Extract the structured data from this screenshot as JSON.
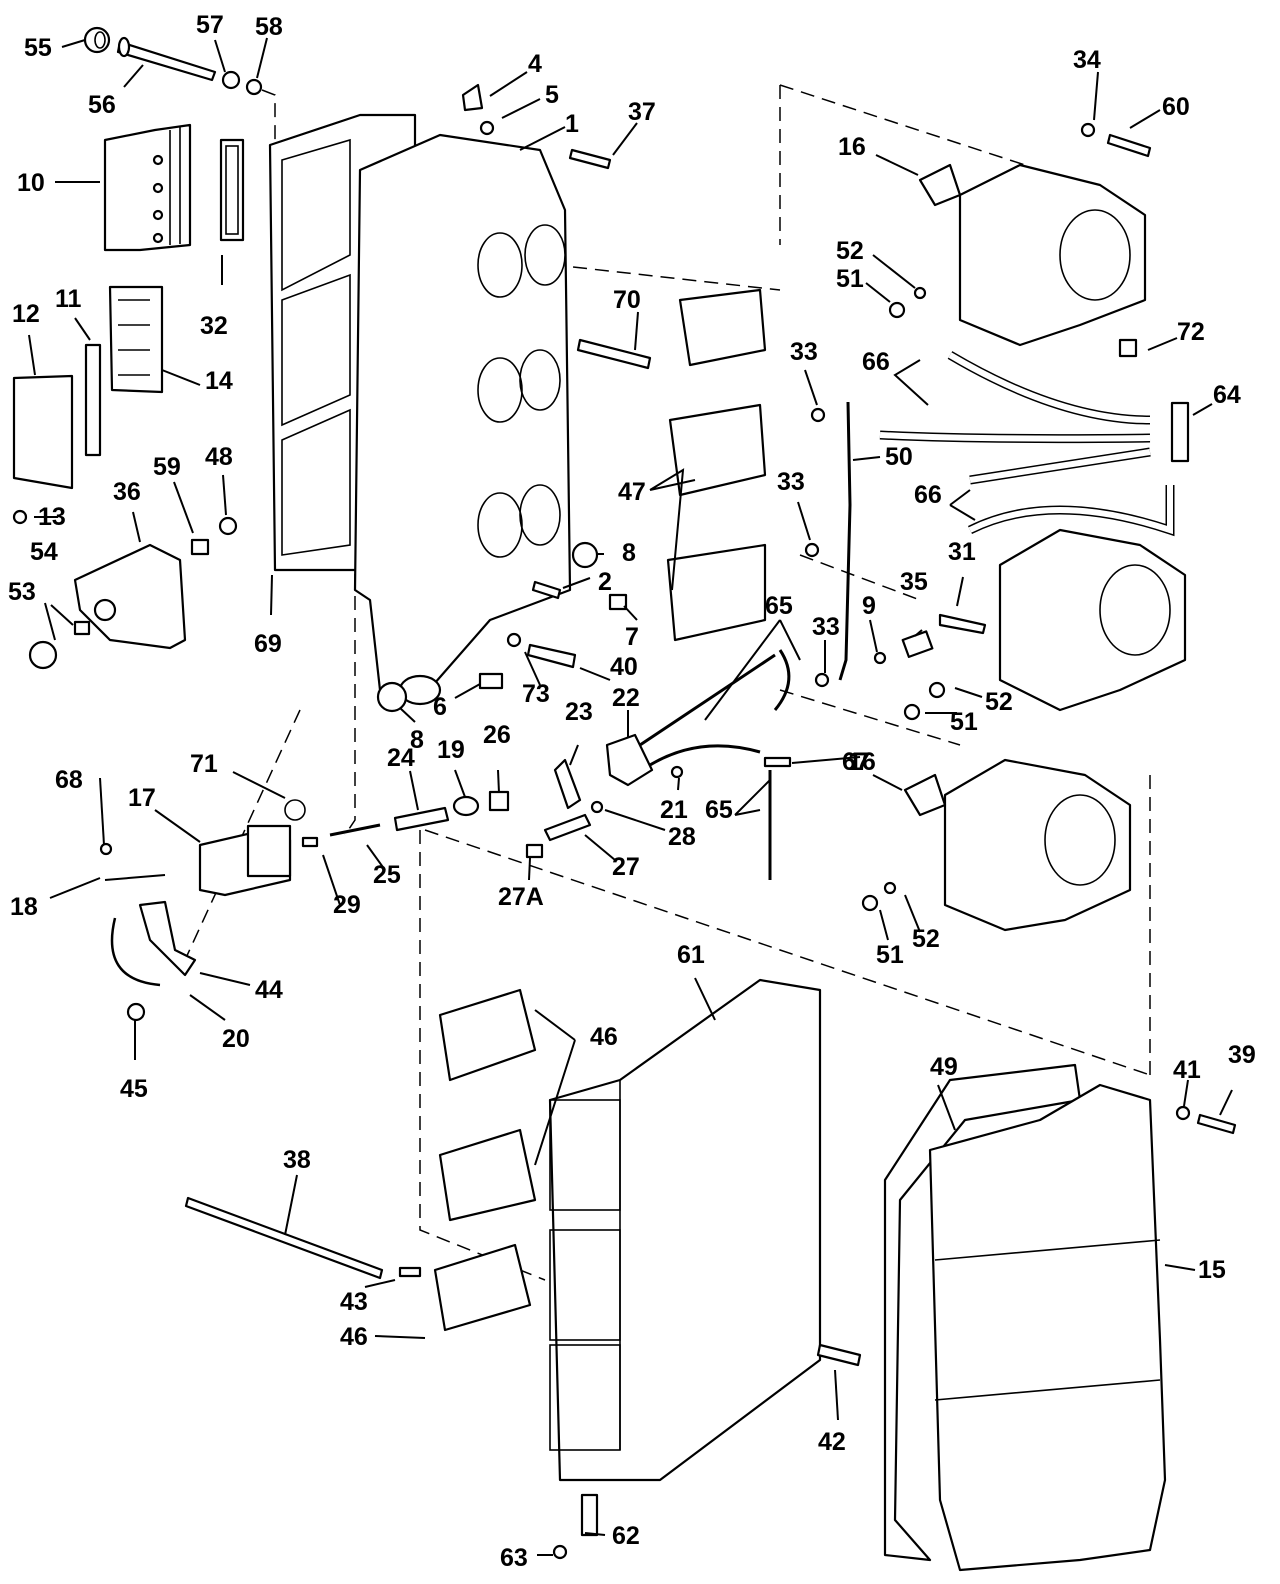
{
  "diagram": {
    "type": "exploded-parts-diagram",
    "subject": "Intake manifold and carburetor assembly",
    "callouts": [
      {
        "id": "c55",
        "label": "55"
      },
      {
        "id": "c56",
        "label": "56"
      },
      {
        "id": "c57",
        "label": "57"
      },
      {
        "id": "c58",
        "label": "58"
      },
      {
        "id": "c4",
        "label": "4"
      },
      {
        "id": "c5",
        "label": "5"
      },
      {
        "id": "c1",
        "label": "1"
      },
      {
        "id": "c37",
        "label": "37"
      },
      {
        "id": "c34",
        "label": "34"
      },
      {
        "id": "c60",
        "label": "60"
      },
      {
        "id": "c16a",
        "label": "16"
      },
      {
        "id": "c10",
        "label": "10"
      },
      {
        "id": "c52a",
        "label": "52"
      },
      {
        "id": "c51a",
        "label": "51"
      },
      {
        "id": "c32",
        "label": "32"
      },
      {
        "id": "c70",
        "label": "70"
      },
      {
        "id": "c72",
        "label": "72"
      },
      {
        "id": "c12",
        "label": "12"
      },
      {
        "id": "c11",
        "label": "11"
      },
      {
        "id": "c14",
        "label": "14"
      },
      {
        "id": "c33a",
        "label": "33"
      },
      {
        "id": "c66a",
        "label": "66"
      },
      {
        "id": "c64",
        "label": "64"
      },
      {
        "id": "c50",
        "label": "50"
      },
      {
        "id": "c13",
        "label": "13"
      },
      {
        "id": "c36",
        "label": "36"
      },
      {
        "id": "c59",
        "label": "59"
      },
      {
        "id": "c48",
        "label": "48"
      },
      {
        "id": "c47",
        "label": "47"
      },
      {
        "id": "c33b",
        "label": "33"
      },
      {
        "id": "c66b",
        "label": "66"
      },
      {
        "id": "c54",
        "label": "54"
      },
      {
        "id": "c53",
        "label": "53"
      },
      {
        "id": "c8a",
        "label": "8"
      },
      {
        "id": "c2",
        "label": "2"
      },
      {
        "id": "c7",
        "label": "7"
      },
      {
        "id": "c31",
        "label": "31"
      },
      {
        "id": "c35",
        "label": "35"
      },
      {
        "id": "c9",
        "label": "9"
      },
      {
        "id": "c65a",
        "label": "65"
      },
      {
        "id": "c33c",
        "label": "33"
      },
      {
        "id": "c69",
        "label": "69"
      },
      {
        "id": "c40",
        "label": "40"
      },
      {
        "id": "c73",
        "label": "73"
      },
      {
        "id": "c6",
        "label": "6"
      },
      {
        "id": "c52b",
        "label": "52"
      },
      {
        "id": "c51b",
        "label": "51"
      },
      {
        "id": "c8b",
        "label": "8"
      },
      {
        "id": "c22",
        "label": "22"
      },
      {
        "id": "c23",
        "label": "23"
      },
      {
        "id": "c24",
        "label": "24"
      },
      {
        "id": "c19",
        "label": "19"
      },
      {
        "id": "c26",
        "label": "26"
      },
      {
        "id": "c16b",
        "label": "16"
      },
      {
        "id": "c67",
        "label": "67"
      },
      {
        "id": "c68",
        "label": "68"
      },
      {
        "id": "c71",
        "label": "71"
      },
      {
        "id": "c17",
        "label": "17"
      },
      {
        "id": "c21",
        "label": "21"
      },
      {
        "id": "c65b",
        "label": "65"
      },
      {
        "id": "c28",
        "label": "28"
      },
      {
        "id": "c27",
        "label": "27"
      },
      {
        "id": "c25",
        "label": "25"
      },
      {
        "id": "c29",
        "label": "29"
      },
      {
        "id": "c18",
        "label": "18"
      },
      {
        "id": "c27a",
        "label": "27A"
      },
      {
        "id": "c51c",
        "label": "51"
      },
      {
        "id": "c52c",
        "label": "52"
      },
      {
        "id": "c61",
        "label": "61"
      },
      {
        "id": "c44",
        "label": "44"
      },
      {
        "id": "c20",
        "label": "20"
      },
      {
        "id": "c46a",
        "label": "46"
      },
      {
        "id": "c45",
        "label": "45"
      },
      {
        "id": "c49",
        "label": "49"
      },
      {
        "id": "c41",
        "label": "41"
      },
      {
        "id": "c39",
        "label": "39"
      },
      {
        "id": "c38",
        "label": "38"
      },
      {
        "id": "c15",
        "label": "15"
      },
      {
        "id": "c43",
        "label": "43"
      },
      {
        "id": "c46b",
        "label": "46"
      },
      {
        "id": "c42",
        "label": "42"
      },
      {
        "id": "c63",
        "label": "63"
      },
      {
        "id": "c62",
        "label": "62"
      }
    ]
  }
}
